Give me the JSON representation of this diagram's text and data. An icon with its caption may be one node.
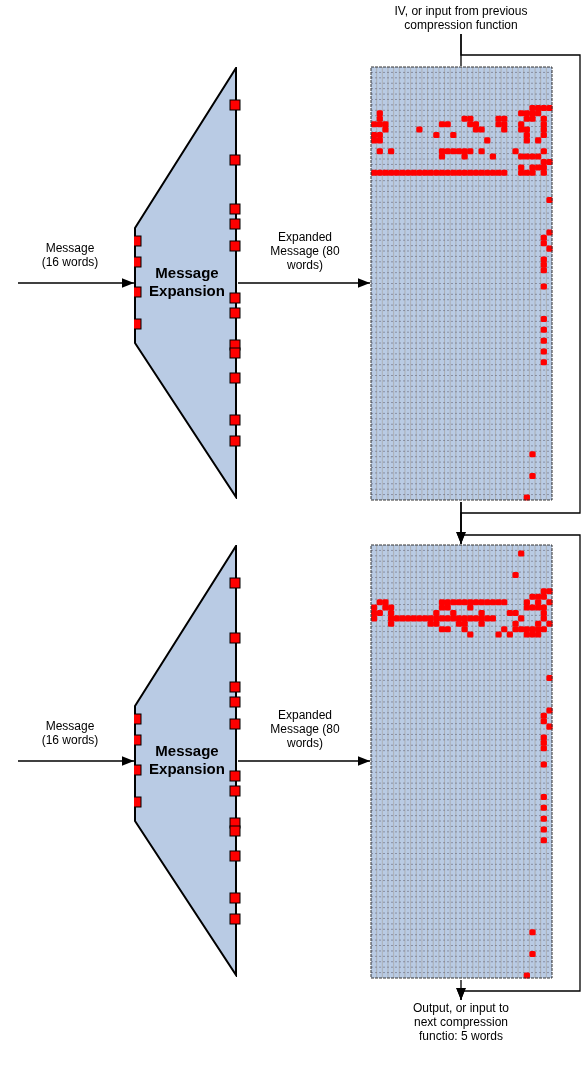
{
  "diagram": {
    "nodes": [
      {
        "text": [
          "IV, or input from previous compression function"
        ]
      },
      {
        "text": [
          "Message Expansion"
        ]
      },
      {
        "text": [],
        "shape": "box"
      },
      {
        "text": [
          "Message Expansion"
        ]
      },
      {
        "text": [],
        "shape": "box"
      },
      {
        "text": [
          "Output, or input to next compression functio: 5 words"
        ]
      }
    ],
    "edges": [
      {
        "from": 0,
        "to": 2,
        "arrow": "none"
      },
      {
        "from": null,
        "to": 1,
        "arrow": "to",
        "label": "Message (16 words)"
      },
      {
        "from": 1,
        "to": 2,
        "arrow": "to",
        "label": "Expanded Message (80 words)"
      },
      {
        "from": 2,
        "to": 4,
        "arrow": "to"
      },
      {
        "from": 0,
        "to": 4,
        "arrow": "to"
      },
      {
        "from": null,
        "to": 3,
        "arrow": "to",
        "label": "Message (16 words)"
      },
      {
        "from": 3,
        "to": 4,
        "arrow": "to",
        "label": "Expanded Message (80 words)"
      },
      {
        "from": 4,
        "to": 5,
        "arrow": "to"
      },
      {
        "from": 2,
        "to": 5,
        "arrow": "to"
      }
    ]
  }
}
